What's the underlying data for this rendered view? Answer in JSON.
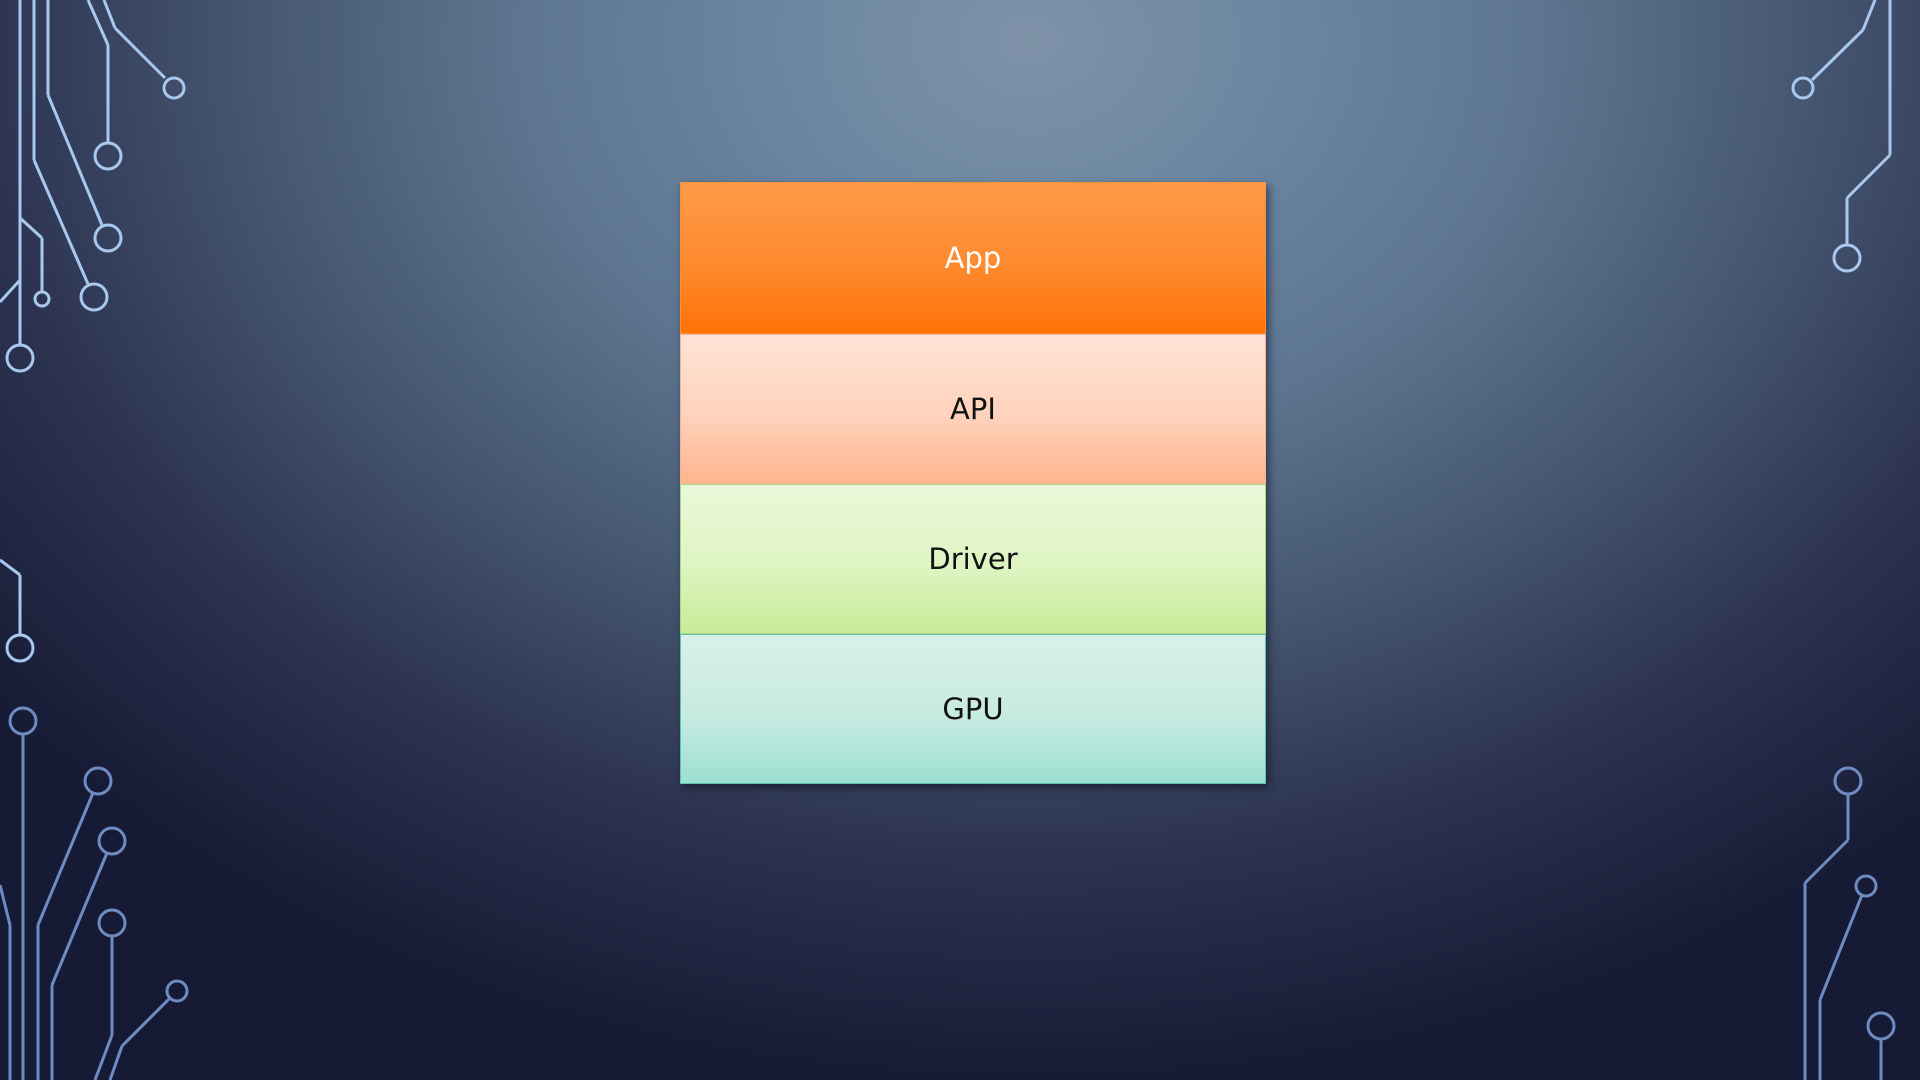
{
  "slide": {
    "layers": [
      {
        "label": "App"
      },
      {
        "label": "API"
      },
      {
        "label": "Driver"
      },
      {
        "label": "GPU"
      }
    ]
  },
  "decor": {
    "circuit_color_light": "#a9c8ee",
    "circuit_color_dark": "#5f79ad",
    "icon": "circuit-lines-icon"
  }
}
